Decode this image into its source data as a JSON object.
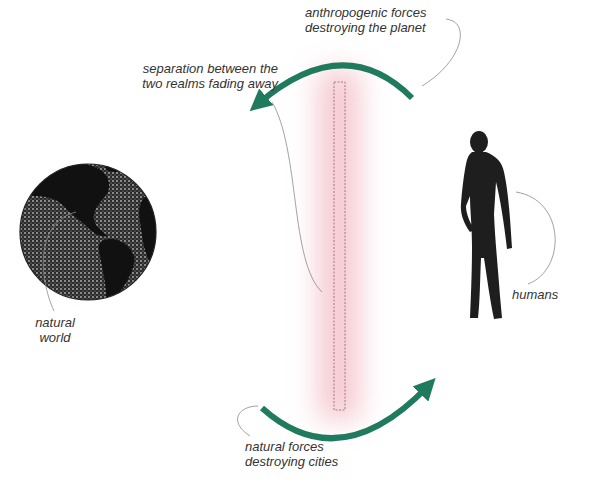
{
  "diagram": {
    "labels": [
      "anthropogenic forces destroying the planet",
      "separation between the two realms fading away",
      "natural world",
      "humans",
      "natural forces destroying cities"
    ]
  }
}
